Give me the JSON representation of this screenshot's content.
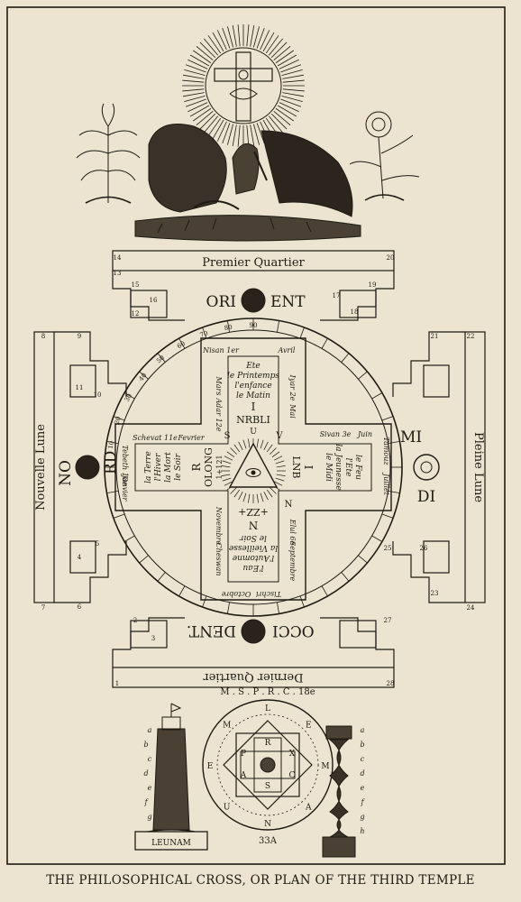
{
  "caption": "THE PHILOSOPHICAL CROSS, OR PLAN OF THE THIRD TEMPLE",
  "frame": {
    "top": "Premier Quartier",
    "bottom": "Dernier Quartier",
    "left": "Nouvelle Lune",
    "right": "Pleine Lune"
  },
  "cardinals": {
    "east_a": "ORI",
    "east_b": "ENT",
    "west_a": "OCCI",
    "west_b": "DENT.",
    "north_a": "NO",
    "north_b": "RD",
    "south_a": "MI",
    "south_b": "DI"
  },
  "center": {
    "top_letter": "I",
    "top_word": "NRBLI",
    "top_sub": "U",
    "top_text": [
      "Ete",
      "le Printemps",
      "l'enfance",
      "le Matin"
    ],
    "right_letter": "I",
    "right_word": "LNB",
    "right_text": [
      "le Feu",
      "l'Ete",
      "la Jeunesse",
      "le Midi"
    ],
    "bottom_letter": "N",
    "bottom_word": "+ZZ+",
    "bottom_text": [
      "l'Eau",
      "l'Automne",
      "la Vieillesse",
      "le Soir"
    ],
    "left_letter": "R",
    "left_word": "OLONG",
    "left_sub": "1+121",
    "left_text": [
      "la Terre",
      "l'Hiver",
      "la Mort",
      "le Soir"
    ],
    "cross_letters": [
      "S",
      "V",
      "N"
    ]
  },
  "months": [
    {
      "name": "Nisan 1er"
    },
    {
      "name": "Avril"
    },
    {
      "name": "Iyar 2e"
    },
    {
      "name": "Mai"
    },
    {
      "name": "Sivan 3e"
    },
    {
      "name": "Juin"
    },
    {
      "name": "Tamouz"
    },
    {
      "name": "Juillet"
    },
    {
      "name": "Elul 6e"
    },
    {
      "name": "Septembre"
    },
    {
      "name": "Tischri"
    },
    {
      "name": "Octobre"
    },
    {
      "name": "Cheswan"
    },
    {
      "name": "Novembre"
    },
    {
      "name": "Tebeth 10e"
    },
    {
      "name": "Janvier"
    },
    {
      "name": "Schevat 11e"
    },
    {
      "name": "Fevrier"
    },
    {
      "name": "Adar 12e"
    },
    {
      "name": "Mars"
    }
  ],
  "ring_numbers": [
    "90",
    "80",
    "70",
    "60",
    "50",
    "40",
    "30",
    "20",
    "10"
  ],
  "frame_numbers": [
    "14",
    "15",
    "16",
    "17",
    "18",
    "19",
    "20",
    "21",
    "22",
    "23",
    "24",
    "25",
    "26",
    "27",
    "28",
    "1",
    "2",
    "3",
    "4",
    "5",
    "6",
    "7",
    "8",
    "9",
    "10",
    "11",
    "12",
    "13"
  ],
  "seal": {
    "ring_text": "M . S . P . R . C . 18e",
    "letters": [
      "L",
      "E",
      "M",
      "A",
      "N",
      "U",
      "E",
      "M"
    ],
    "inner": [
      "P",
      "R",
      "X",
      "C",
      "S",
      "A"
    ],
    "foot": "33A"
  },
  "tower": {
    "label": "LEUNAM",
    "side_letters": [
      "a",
      "b",
      "c",
      "d",
      "e",
      "f",
      "g"
    ]
  },
  "column": {
    "side_letters": [
      "a",
      "b",
      "c",
      "d",
      "e",
      "f",
      "g",
      "h"
    ]
  }
}
